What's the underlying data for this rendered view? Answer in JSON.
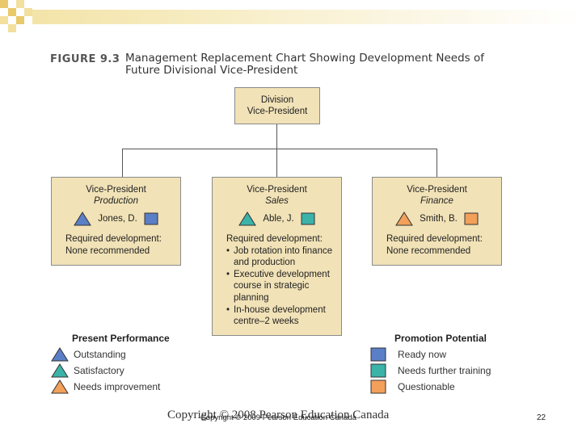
{
  "figure": {
    "label": "FIGURE 9.3",
    "title": "Management Replacement Chart Showing Development Needs of Future Divisional Vice-President"
  },
  "head": {
    "line1": "Division",
    "line2": "Vice-President"
  },
  "positions": [
    {
      "title": "Vice-President",
      "area": "Production",
      "name": "Jones, D.",
      "performance": "outstanding",
      "potential": "ready-now",
      "required_label": "Required development:",
      "required_items": [
        "None recommended"
      ],
      "bulleted": false
    },
    {
      "title": "Vice-President",
      "area": "Sales",
      "name": "Able, J.",
      "performance": "satisfactory",
      "potential": "needs-further-training",
      "required_label": "Required development:",
      "required_items": [
        "Job rotation into finance and production",
        "Executive development course in strategic planning",
        "In-house development centre–2 weeks"
      ],
      "bulleted": true
    },
    {
      "title": "Vice-President",
      "area": "Finance",
      "name": "Smith, B.",
      "performance": "needs-improvement",
      "potential": "questionable",
      "required_label": "Required development:",
      "required_items": [
        "None recommended"
      ],
      "bulleted": false
    }
  ],
  "legend": {
    "performance_title": "Present Performance",
    "performance_items": [
      {
        "label": "Outstanding",
        "color": "#5b7fc7"
      },
      {
        "label": "Satisfactory",
        "color": "#3bb3a8"
      },
      {
        "label": "Needs improvement",
        "color": "#f2a05a"
      }
    ],
    "potential_title": "Promotion Potential",
    "potential_items": [
      {
        "label": "Ready now",
        "color": "#5b7fc7"
      },
      {
        "label": "Needs further training",
        "color": "#3bb3a8"
      },
      {
        "label": "Questionable",
        "color": "#f2a05a"
      }
    ]
  },
  "footer": {
    "copyright_bg": "Copyright © 2008 Pearson Education Canada",
    "copyright_fg": "Copyright © 2009 Pearson Education Canada",
    "page_number": "22"
  },
  "colors": {
    "box_fill": "#f1e2b7",
    "blue": "#5b7fc7",
    "teal": "#3bb3a8",
    "orange": "#f2a05a",
    "corner_accent": "#f0d98a"
  }
}
